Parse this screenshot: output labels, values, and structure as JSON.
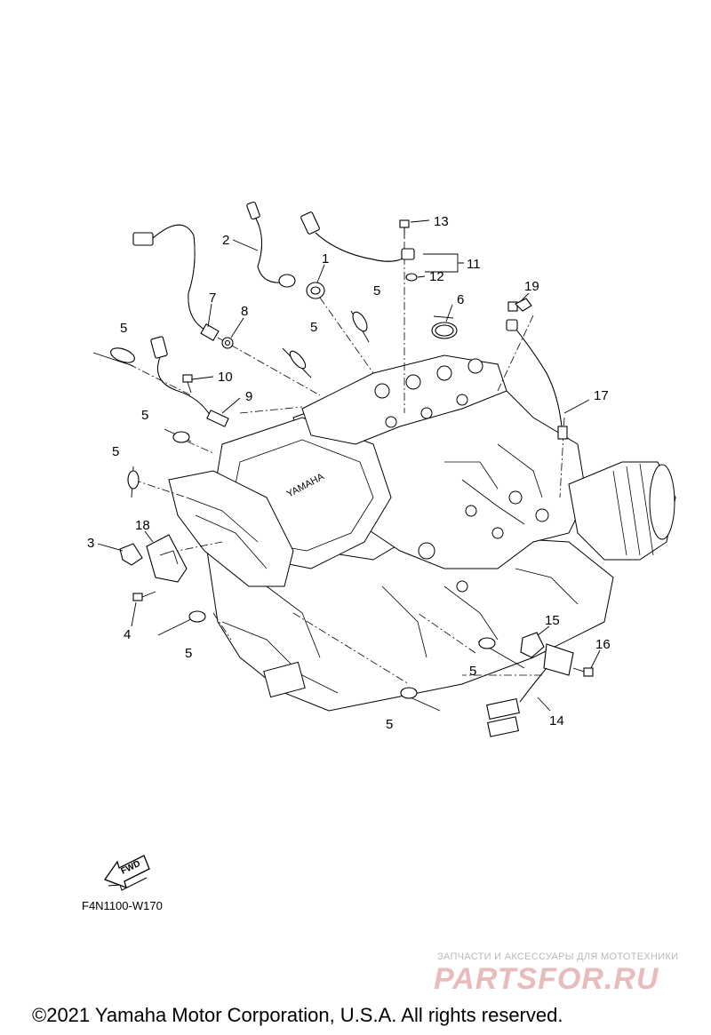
{
  "diagram_code": "F4N1100-W170",
  "fwd_label": "FWD",
  "copyright": "©2021 Yamaha Motor Corporation, U.S.A. All rights reserved.",
  "watermark": {
    "tagline": "ЗАПЧАСТИ И АКСЕССУАРЫ ДЛЯ МОТОТЕХНИКИ",
    "logo": "PARTSFOR.RU"
  },
  "engine_emblem": "YAMAHA",
  "callouts": {
    "c1": "1",
    "c2": "2",
    "c3": "3",
    "c4": "4",
    "c5a": "5",
    "c5b": "5",
    "c5c": "5",
    "c5d": "5",
    "c5e": "5",
    "c5f": "5",
    "c5g": "5",
    "c5h": "5",
    "c6": "6",
    "c7": "7",
    "c8": "8",
    "c9": "9",
    "c10": "10",
    "c11": "11",
    "c12": "12",
    "c13": "13",
    "c14": "14",
    "c15": "15",
    "c16": "16",
    "c17": "17",
    "c18": "18",
    "c19": "19"
  }
}
